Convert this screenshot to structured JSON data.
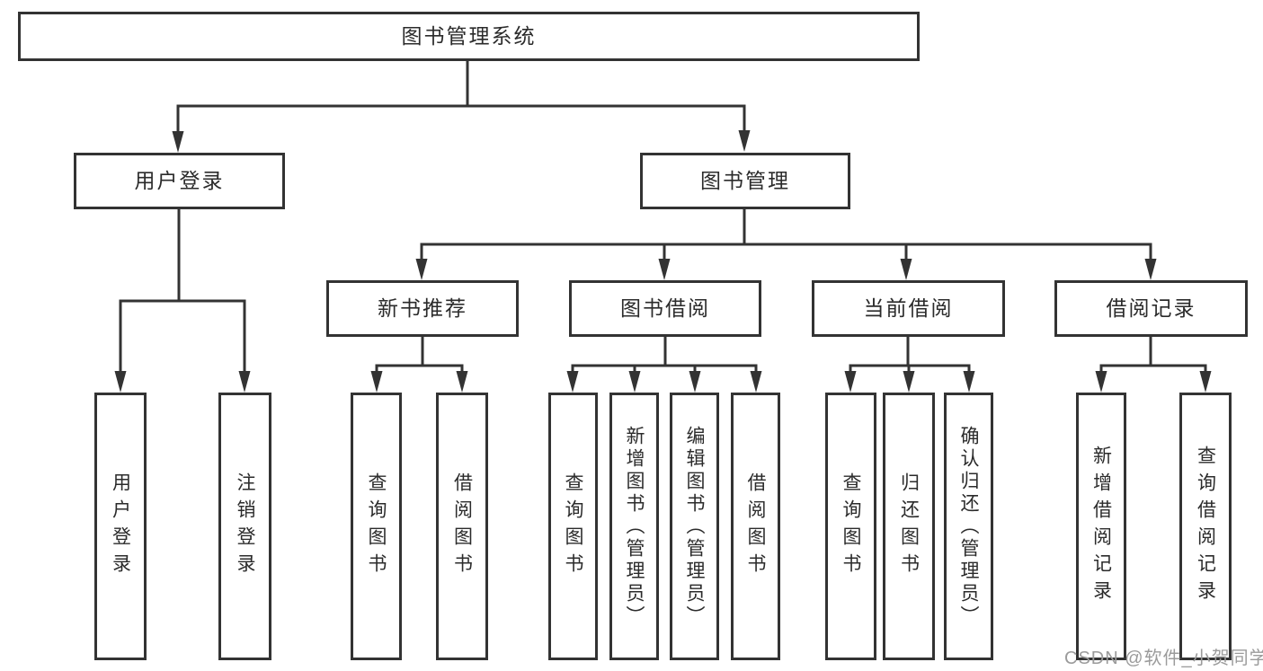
{
  "diagram": {
    "title": "图书管理系统",
    "root": {
      "label": "图书管理系统"
    },
    "branches": [
      {
        "label": "用户登录",
        "children": [
          {
            "label": "用户登录"
          },
          {
            "label": "注销登录"
          }
        ]
      },
      {
        "label": "图书管理",
        "children": [
          {
            "label": "新书推荐",
            "children": [
              {
                "label": "查询图书"
              },
              {
                "label": "借阅图书"
              }
            ]
          },
          {
            "label": "图书借阅",
            "children": [
              {
                "label": "查询图书"
              },
              {
                "label": "新增图书（管理员）"
              },
              {
                "label": "编辑图书（管理员）"
              },
              {
                "label": "借阅图书"
              }
            ]
          },
          {
            "label": "当前借阅",
            "children": [
              {
                "label": "查询图书"
              },
              {
                "label": "归还图书"
              },
              {
                "label": "确认归还（管理员）"
              }
            ]
          },
          {
            "label": "借阅记录",
            "children": [
              {
                "label": "新增借阅记录"
              },
              {
                "label": "查询借阅记录"
              }
            ]
          }
        ]
      }
    ]
  },
  "colors": {
    "line": "#333333",
    "text": "#2b2b2b",
    "watermark": "#9b9b9b",
    "background": "#ffffff"
  },
  "watermark": {
    "text": "CSDN @软件_小贺同学"
  }
}
